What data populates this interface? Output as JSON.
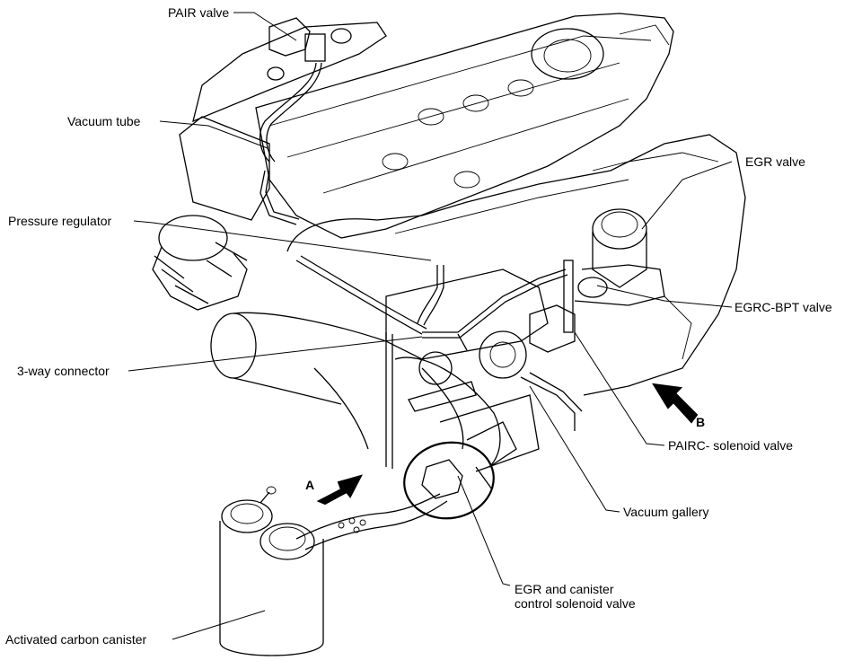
{
  "labels": {
    "pair_valve": "PAIR valve",
    "vacuum_tube": "Vacuum tube",
    "pressure_regulator": "Pressure regulator",
    "three_way_connector": "3-way connector",
    "activated_carbon_canister": "Activated carbon canister",
    "egr_valve": "EGR valve",
    "egrc_bpt_valve": "EGRC-BPT valve",
    "pairc_solenoid_valve": "PAIRC- solenoid valve",
    "vacuum_gallery": "Vacuum gallery",
    "egr_canister_solenoid_line1": "EGR and canister",
    "egr_canister_solenoid_line2": "control solenoid valve"
  },
  "view_arrows": {
    "a": "A",
    "b": "B"
  }
}
